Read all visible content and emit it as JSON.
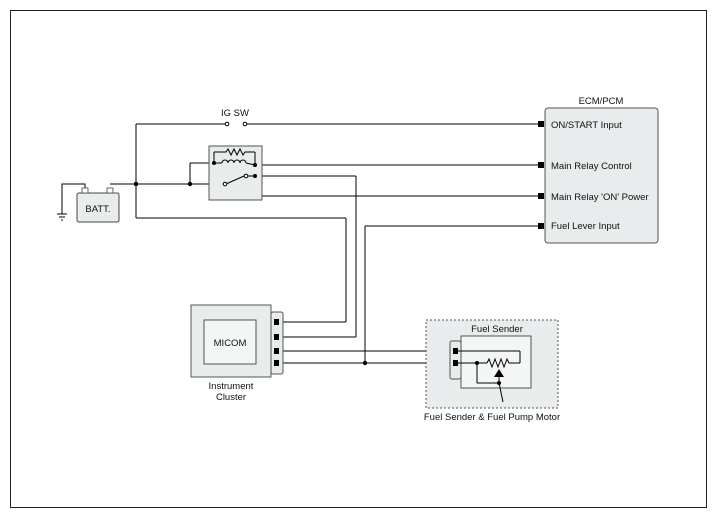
{
  "labels": {
    "ig_sw": "IG SW",
    "batt": "BATT.",
    "ecm_title": "ECM/PCM",
    "pin_on_start": "ON/START Input",
    "pin_main_relay_control": "Main Relay Control",
    "pin_main_relay_on_power": "Main Relay 'ON' Power",
    "pin_fuel_lever_input": "Fuel Lever Input",
    "micom": "MICOM",
    "cluster_line1": "Instrument",
    "cluster_line2": "Cluster",
    "fuel_sender": "Fuel Sender",
    "fuel_module": "Fuel Sender & Fuel Pump Motor"
  },
  "colors": {
    "wire": "#000000",
    "component_fill": "#e8ecec",
    "inner_fill": "#f4f6f6",
    "outline": "#555555"
  },
  "icons": [
    "ground-symbol",
    "battery-box",
    "switch-symbol",
    "relay-coil",
    "variable-resistor",
    "pin-connector"
  ]
}
